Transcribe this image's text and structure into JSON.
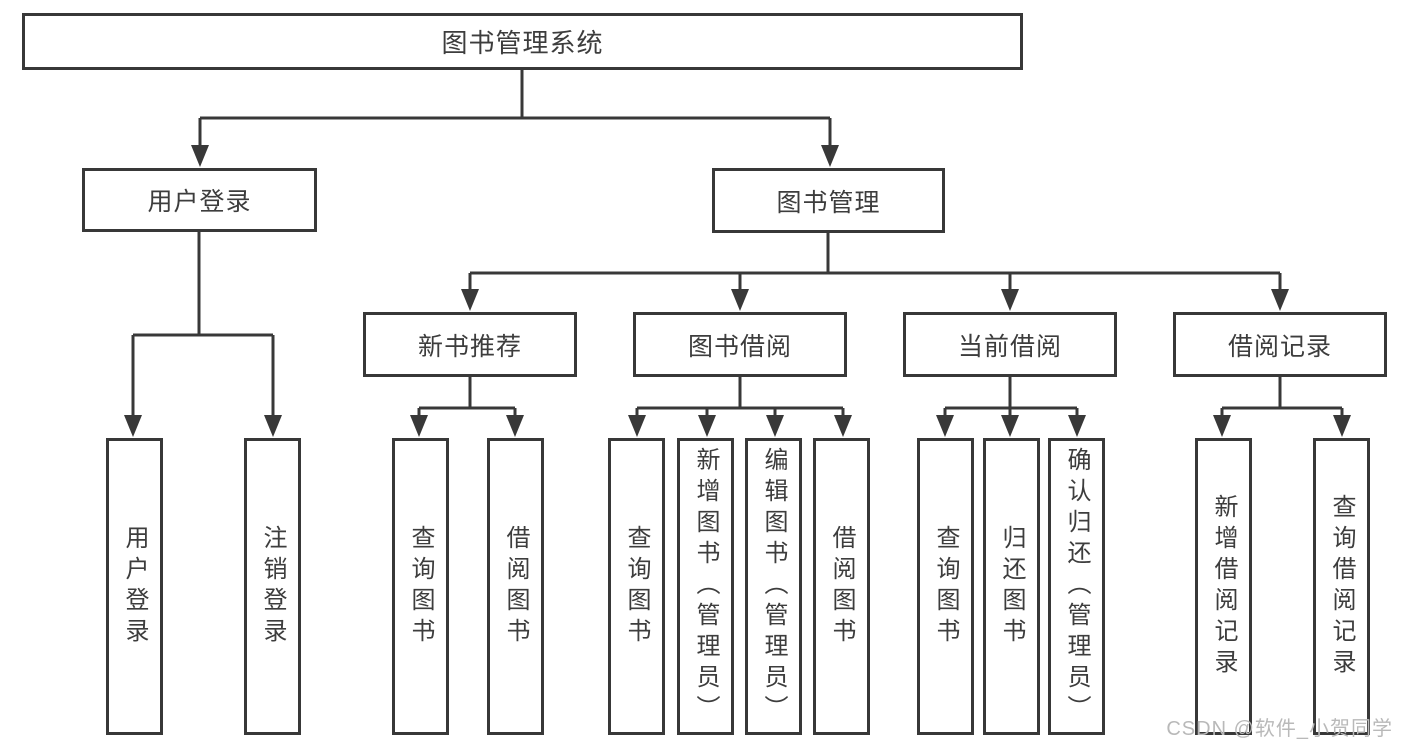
{
  "diagram": {
    "root": {
      "label": "图书管理系统"
    },
    "branches": [
      {
        "label": "用户登录",
        "children": [
          {
            "label": "用户登录"
          },
          {
            "label": "注销登录"
          }
        ]
      },
      {
        "label": "图书管理",
        "children": [
          {
            "label": "新书推荐",
            "children": [
              {
                "label": "查询图书"
              },
              {
                "label": "借阅图书"
              }
            ]
          },
          {
            "label": "图书借阅",
            "children": [
              {
                "label": "查询图书"
              },
              {
                "label": "新增图书（管理员）"
              },
              {
                "label": "编辑图书（管理员）"
              },
              {
                "label": "借阅图书"
              }
            ]
          },
          {
            "label": "当前借阅",
            "children": [
              {
                "label": "查询图书"
              },
              {
                "label": "归还图书"
              },
              {
                "label": "确认归还（管理员）"
              }
            ]
          },
          {
            "label": "借阅记录",
            "children": [
              {
                "label": "新增借阅记录"
              },
              {
                "label": "查询借阅记录"
              }
            ]
          }
        ]
      }
    ]
  },
  "watermark": "CSDN @软件_小贺同学",
  "colors": {
    "line": "#383838",
    "text": "#3d3d3d",
    "watermark": "#b9b9b9",
    "background": "#ffffff"
  }
}
